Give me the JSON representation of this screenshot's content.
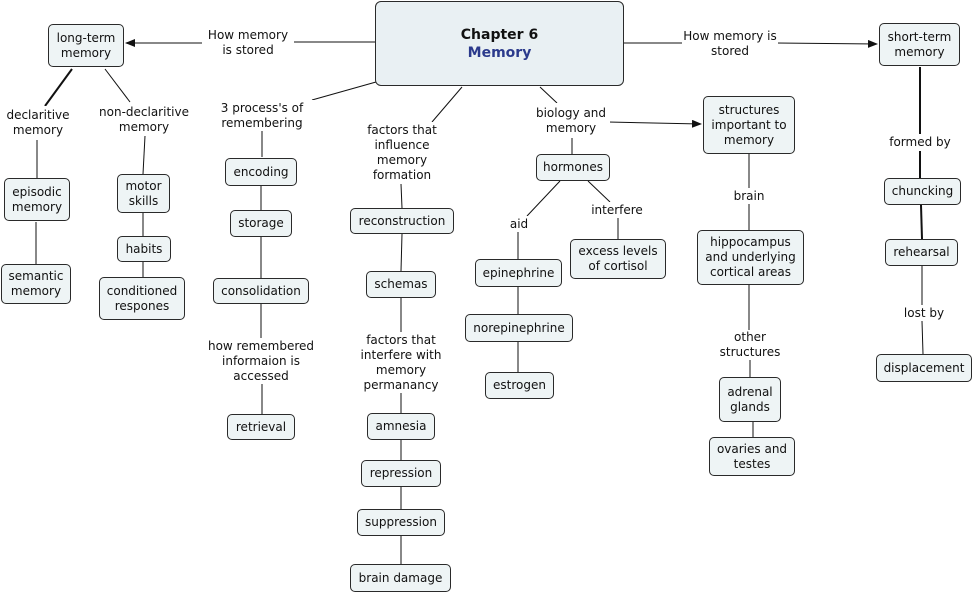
{
  "root": {
    "title": "Chapter 6",
    "subtitle": "Memory"
  },
  "nodes": {
    "long_term": "long-term memory",
    "short_term": "short-term memory",
    "episodic": "episodic memory",
    "semantic": "semantic memory",
    "motor_skills": "motor skills",
    "habits": "habits",
    "conditioned": "conditioned respones",
    "encoding": "encoding",
    "storage": "storage",
    "consolidation": "consolidation",
    "retrieval": "retrieval",
    "reconstruction": "reconstruction",
    "schemas": "schemas",
    "amnesia": "amnesia",
    "repression": "repression",
    "suppression": "suppression",
    "brain_damage": "brain damage",
    "hormones": "hormones",
    "epinephrine": "epinephrine",
    "norepinephrine": "norepinephrine",
    "estrogen": "estrogen",
    "cortisol": "excess levels of cortisol",
    "structures": "structures important to memory",
    "hippocampus": "hippocampus and underlying cortical areas",
    "adrenal": "adrenal glands",
    "ovaries": "ovaries and testes",
    "chuncking": "chuncking",
    "rehearsal": "rehearsal",
    "displacement": "displacement"
  },
  "labels": {
    "how_stored_left": "How memory is stored",
    "how_stored_right": "How memory is stored",
    "declaritive": "declaritive memory",
    "non_declaritive": "non-declaritive memory",
    "three_process": "3 process's of remembering",
    "how_remembered": "how remembered informaion is accessed",
    "factors_influence": "factors that influence memory formation",
    "factors_interfere": "factors that interfere with memory permanancy",
    "biology": "biology and memory",
    "aid": "aid",
    "interfere": "interfere",
    "brain": "brain",
    "other_structures": "other structures",
    "formed_by": "formed by",
    "lost_by": "lost by"
  }
}
